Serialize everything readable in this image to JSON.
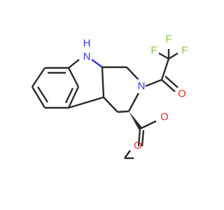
{
  "molecule": {
    "atoms": {
      "nh": "H\nN",
      "nh_n": "N",
      "nh_h": "H",
      "n_ring": "N",
      "o_carbonyl_tfa": "O",
      "o_carbonyl_ester": "O",
      "o_ester": "O",
      "f1": "F",
      "f2": "F",
      "f3": "F"
    },
    "colors": {
      "carbon": "#2b2b2b",
      "nitrogen": "#2a35e6",
      "oxygen": "#e8262c",
      "fluorine": "#86c640"
    }
  }
}
